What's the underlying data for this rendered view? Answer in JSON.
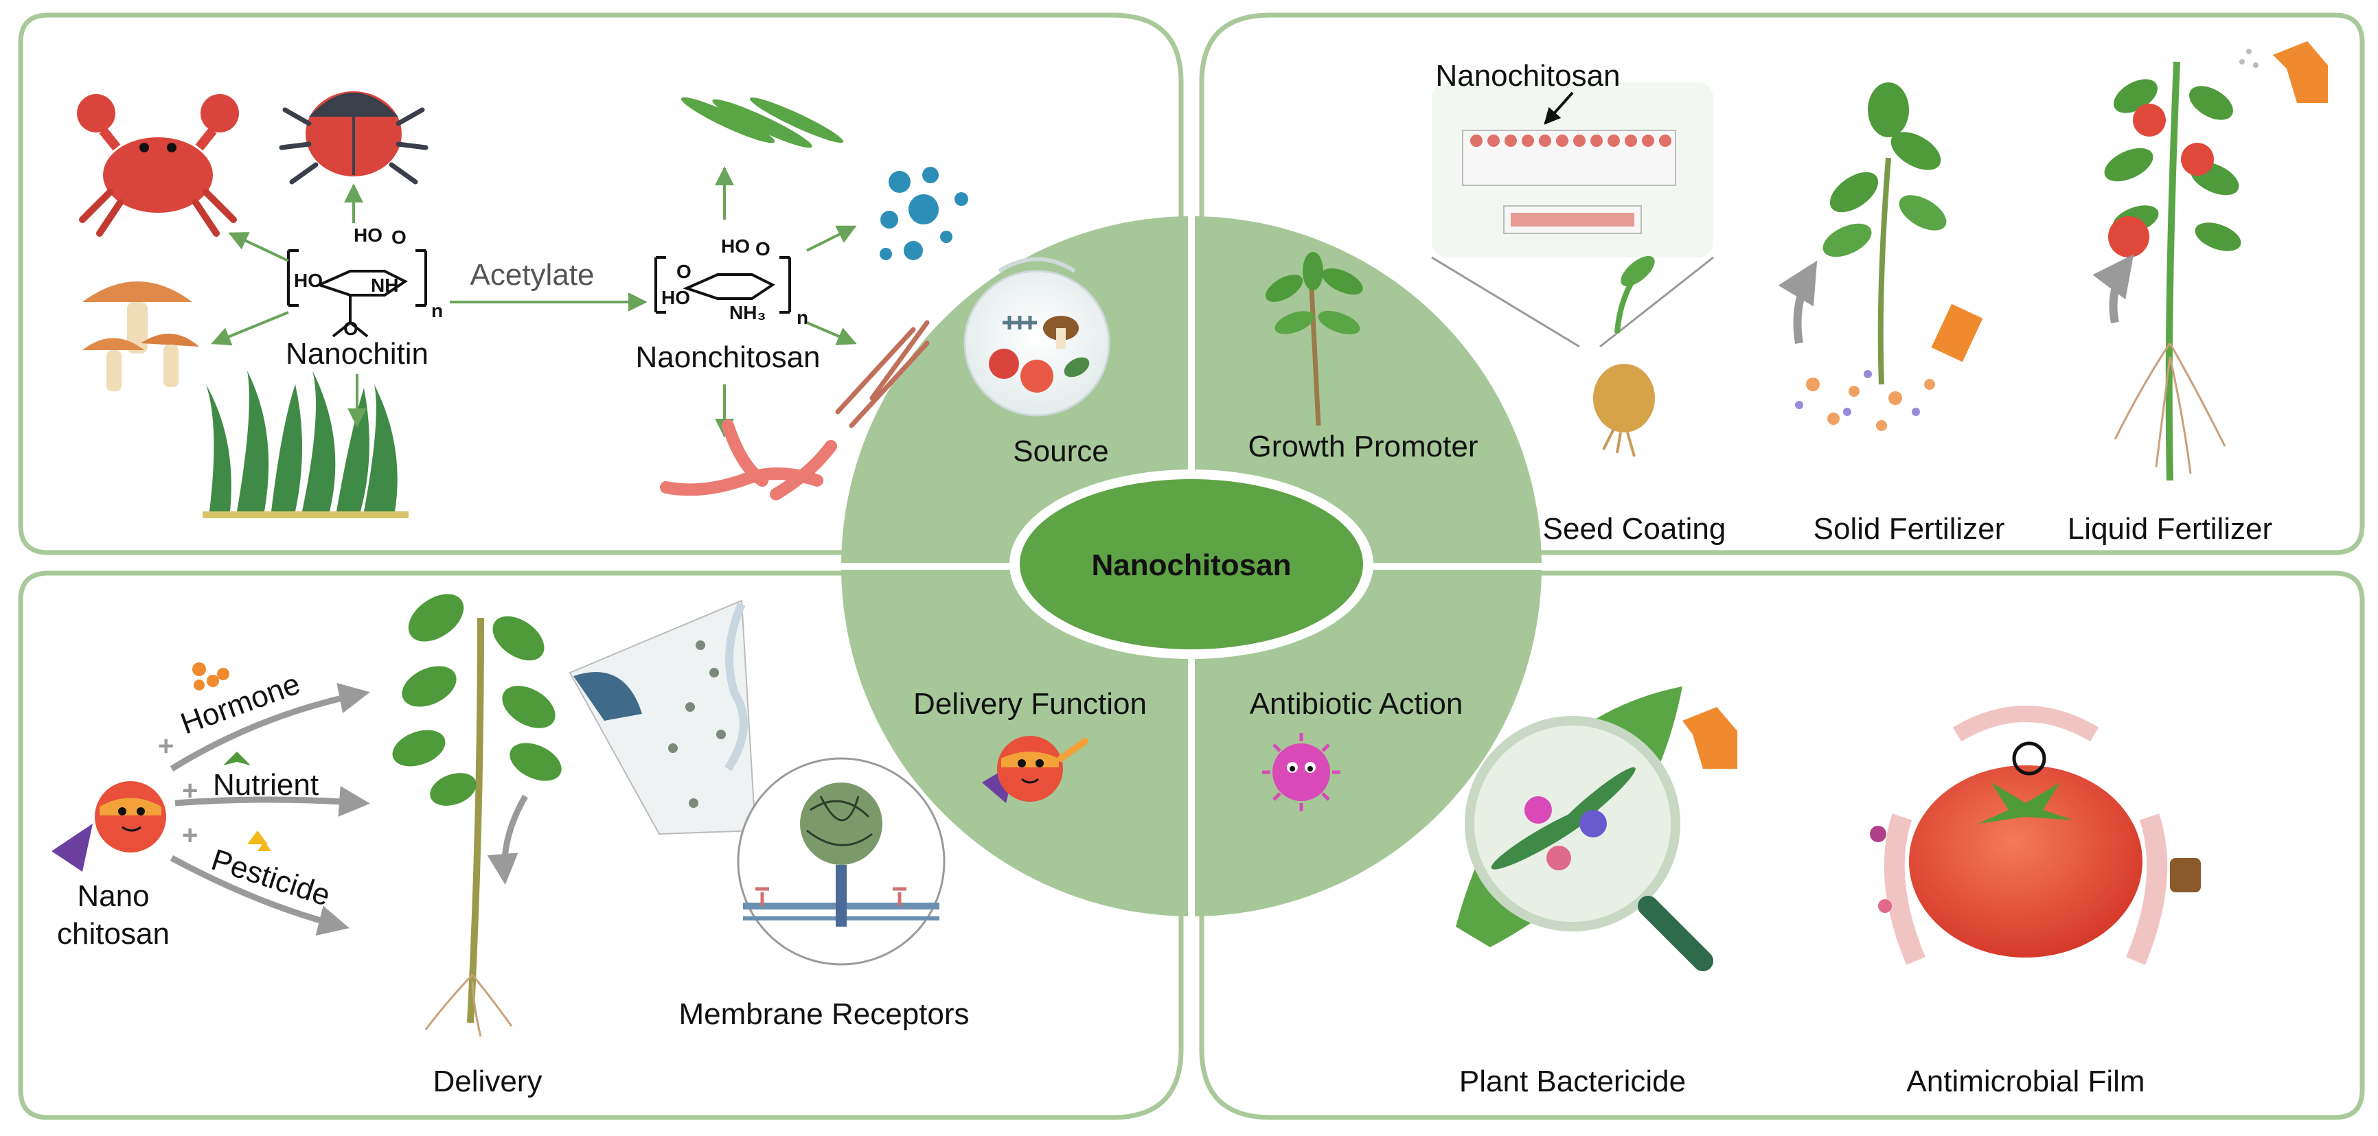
{
  "center": {
    "title": "Nanochitosan"
  },
  "quadrants": {
    "source": {
      "label": "Source",
      "chemistry": {
        "nanochitin_label": "Nanochitin",
        "nanochitosan_label": "Naonchitosan",
        "reaction_label": "Acetylate",
        "chitin_groups": [
          "HO",
          "HO",
          "NH",
          "O",
          "O",
          "n"
        ],
        "chitosan_groups": [
          "HO",
          "HO",
          "NH₃",
          "O",
          "O",
          "n"
        ]
      }
    },
    "growth": {
      "label": "Growth Promoter",
      "inset_label": "Nanochitosan",
      "items": [
        "Seed Coating",
        "Solid Fertilizer",
        "Liquid Fertilizer"
      ]
    },
    "delivery": {
      "label": "Delivery Function",
      "carrier_label_line1": "Nano",
      "carrier_label_line2": "chitosan",
      "cargo": [
        "Hormone",
        "Nutrient",
        "Pesticide"
      ],
      "plant_label": "Delivery",
      "receptor_label": "Membrane Receptors"
    },
    "antibiotic": {
      "label": "Antibiotic Action",
      "items": [
        "Plant Bactericide",
        "Antimicrobial Film"
      ]
    }
  },
  "colors": {
    "frame": "#a9c99a",
    "center_disc": "#a6c798",
    "center_ellipse": "#5fa347",
    "center_ring": "#ffffff",
    "arrow_green": "#6aa35a",
    "plant_green": "#4f9a3a",
    "tomato_red": "#e0493a",
    "crab_red": "#d9453c",
    "orange": "#f08a2e"
  }
}
